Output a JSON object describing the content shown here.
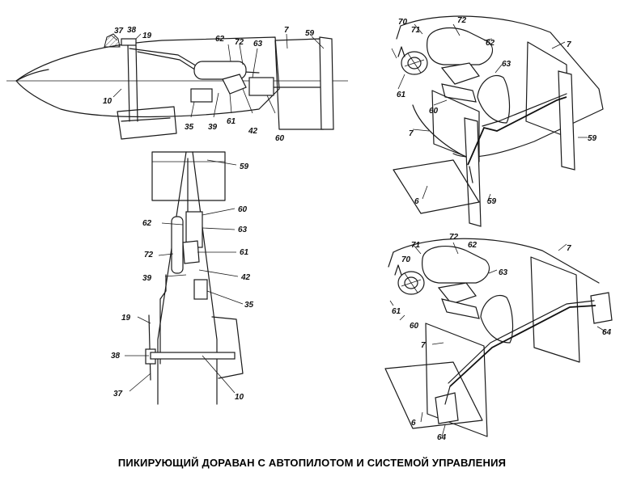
{
  "caption": "ПИКИРУЮЩИЙ ДОРАВАН С АВТОПИЛОТОМ И СИСТЕМОЙ УПРАВЛЕНИЯ",
  "labels": {
    "n37": "37",
    "n38": "38",
    "n19": "19",
    "n62": "62",
    "n72": "72",
    "n63": "63",
    "n7": "7",
    "n59": "59",
    "n10": "10",
    "n35": "35",
    "n39": "39",
    "n61": "61",
    "n42": "42",
    "n60": "60",
    "n70": "70",
    "n71": "71",
    "n6": "6",
    "n64": "64"
  }
}
